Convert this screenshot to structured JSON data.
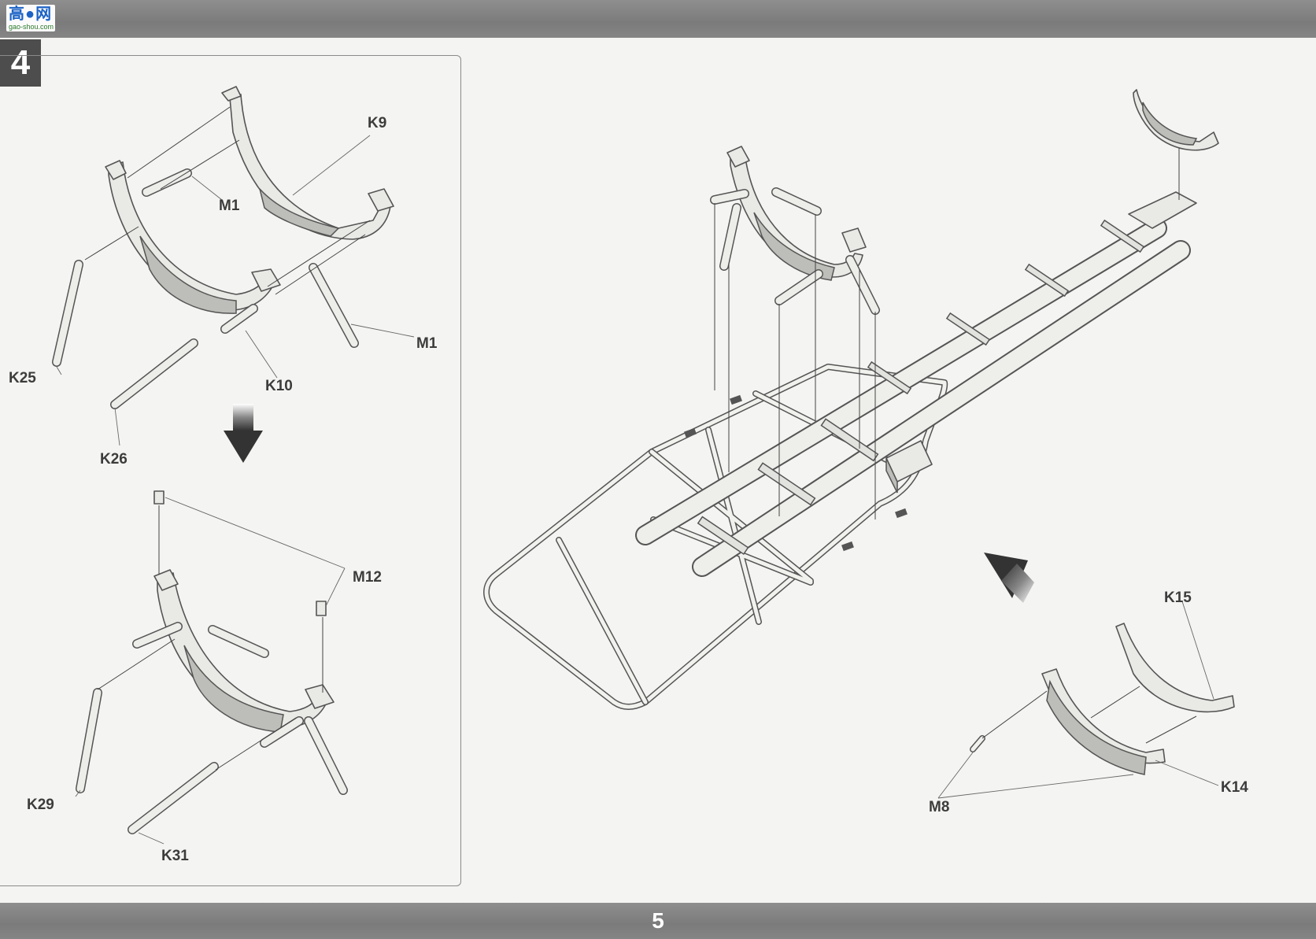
{
  "header": {
    "logo_main": "高●网",
    "logo_sub": "gao-shou.com"
  },
  "step": {
    "number": "4"
  },
  "labels": {
    "k9": "K9",
    "m1_top": "M1",
    "m1_right": "M1",
    "k25": "K25",
    "k10": "K10",
    "k26": "K26",
    "m12": "M12",
    "k29": "K29",
    "k31": "K31",
    "k15": "K15",
    "k14": "K14",
    "m8": "M8"
  },
  "footer": {
    "page_number": "5"
  },
  "colors": {
    "band": "#858585",
    "paper": "#f4f4f2",
    "step_badge": "#4d4d4d",
    "linework": "#555555"
  }
}
